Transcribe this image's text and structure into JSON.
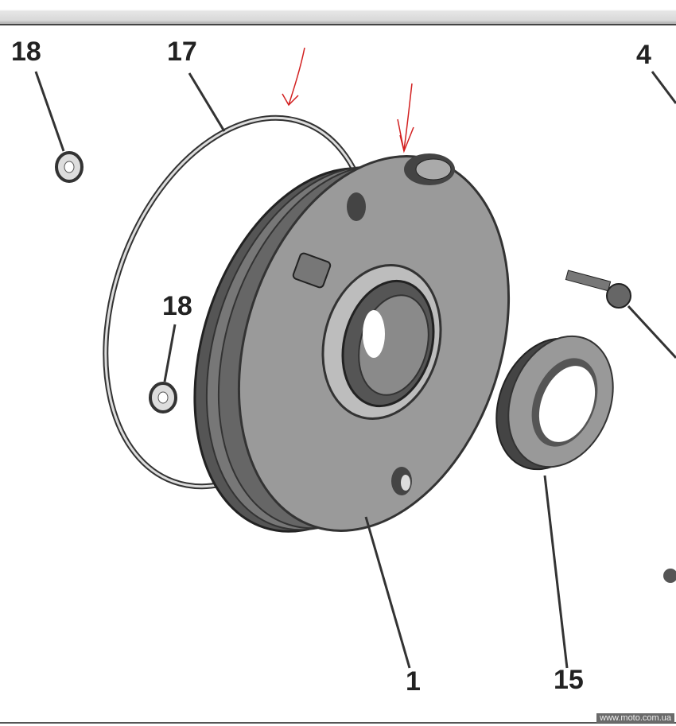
{
  "diagram": {
    "labels": {
      "washer_top": "18",
      "gasket": "17",
      "part_4": "4",
      "washer_mid": "18",
      "flange": "1",
      "seal": "15"
    },
    "annotation_color": "#d22020",
    "watermark": "www.moto.com.ua"
  }
}
